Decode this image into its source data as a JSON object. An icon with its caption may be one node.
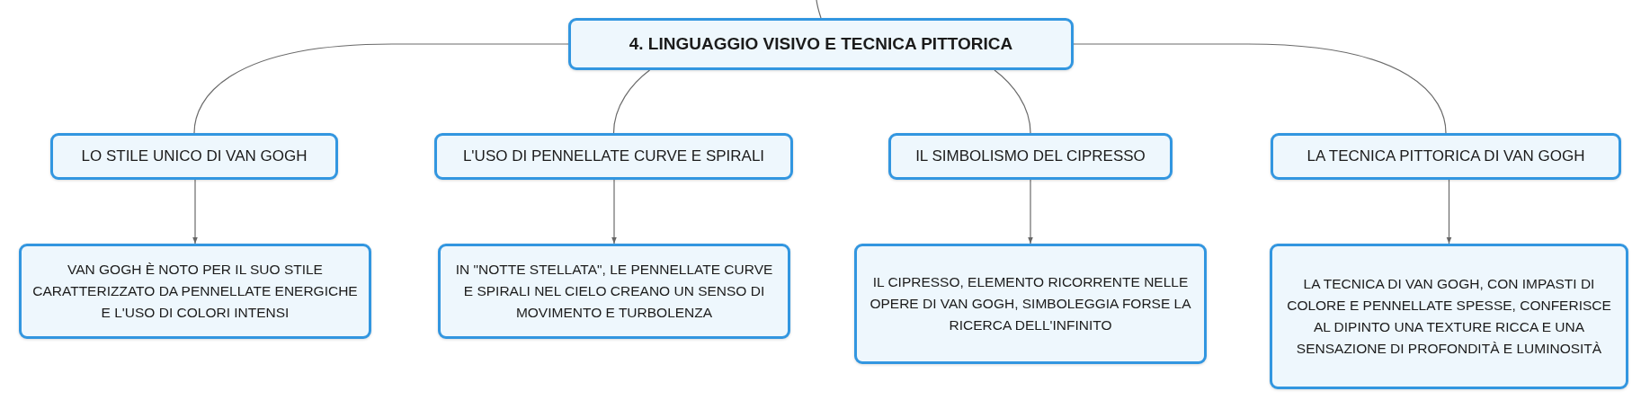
{
  "diagram": {
    "nodes": [
      {
        "text": [
          "4. LINGUAGGIO VISIVO E TECNICA PITTORICA"
        ]
      },
      {
        "text": [
          "LO STILE UNICO DI VAN GOGH"
        ]
      },
      {
        "text": [
          "L'USO DI PENNELLATE CURVE E SPIRALI"
        ]
      },
      {
        "text": [
          "IL SIMBOLISMO DEL CIPRESSO"
        ]
      },
      {
        "text": [
          "LA TECNICA PITTORICA DI VAN GOGH"
        ]
      },
      {
        "text": [
          "VAN GOGH È NOTO PER IL SUO STILE CARATTERIZZATO DA PENNELLATE ENERGICHE E L'USO DI COLORI INTENSI"
        ]
      },
      {
        "text": [
          "IN \"NOTTE STELLATA\", LE PENNELLATE CURVE E SPIRALI NEL CIELO CREANO UN SENSO DI MOVIMENTO E TURBOLENZA"
        ]
      },
      {
        "text": [
          "IL CIPRESSO, ELEMENTO RICORRENTE NELLE OPERE DI VAN GOGH, SIMBOLEGGIA FORSE LA RICERCA DELL'INFINITO"
        ]
      },
      {
        "text": [
          "LA TECNICA DI VAN GOGH, CON IMPASTI DI COLORE E PENNELLATE SPESSE, CONFERISCE AL DIPINTO UNA TEXTURE RICCA E UNA SENSAZIONE DI PROFONDITÀ E LUMINOSITÀ"
        ]
      }
    ],
    "edges": [
      {
        "from": null,
        "to": 0,
        "arrow": "none"
      },
      {
        "from": 0,
        "to": 1,
        "arrow": "none"
      },
      {
        "from": 0,
        "to": 2,
        "arrow": "none"
      },
      {
        "from": 0,
        "to": 3,
        "arrow": "none"
      },
      {
        "from": 0,
        "to": 4,
        "arrow": "none"
      },
      {
        "from": 1,
        "to": 5,
        "arrow": "to"
      },
      {
        "from": 2,
        "to": 6,
        "arrow": "to"
      },
      {
        "from": 3,
        "to": 7,
        "arrow": "to"
      },
      {
        "from": 4,
        "to": 8,
        "arrow": "to"
      }
    ]
  }
}
